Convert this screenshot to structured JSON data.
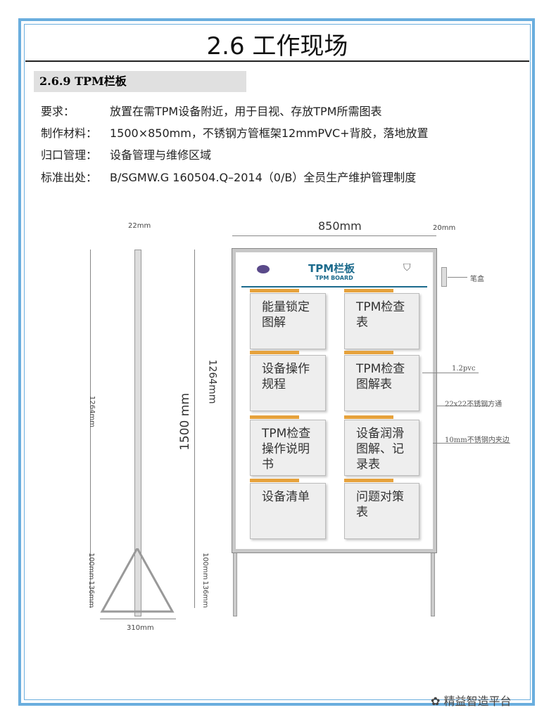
{
  "title": "2.6  工作现场",
  "section": "2.6.9 TPM栏板",
  "requirements": [
    {
      "label": "要求：",
      "value": "放置在需TPM设备附近，用于目视、存放TPM所需图表"
    },
    {
      "label": "制作材料：",
      "value": "1500×850mm，不锈钢方管框架12mmPVC+背胶，落地放置"
    },
    {
      "label": "归口管理：",
      "value": "设备管理与维修区域"
    },
    {
      "label": "标准出处：",
      "value": "B/SGMW.G 160504.Q–2014（0/B）全员生产维护管理制度"
    }
  ],
  "drawing": {
    "side_top": "22mm",
    "side_height": "1264mm",
    "side_100": "100mm",
    "side_136": "136mm",
    "side_base": "310mm",
    "width": "850mm",
    "right_20": "20mm",
    "height_1264": "1264mm",
    "height_1500": "1500 mm",
    "front_100": "100mm",
    "front_136": "136mm",
    "board_title": "TPM栏板",
    "board_subtitle": "TPM BOARD",
    "panels": [
      "能量锁定图解",
      "TPM检查表",
      "设备操作规程",
      "TPM检查图解表",
      "TPM检查操作说明书",
      "设备润滑图解、记录表",
      "设备清单",
      "问题对策表"
    ],
    "notes": [
      "笔盒",
      "1.2pvc",
      "22x22不锈钢方通",
      "10mm不锈钢内夹边"
    ]
  },
  "watermark": "精益智造平台"
}
